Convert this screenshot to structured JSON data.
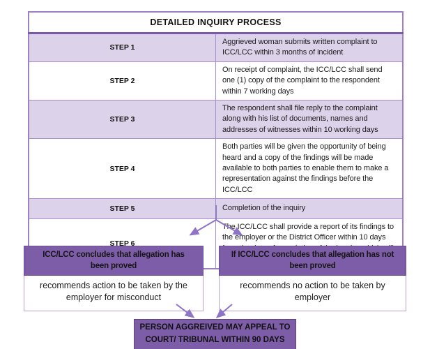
{
  "colors": {
    "purple_fill": "#7d5ca8",
    "lavender_row": "#dcd2e9",
    "table_border": "#9c80c4",
    "title_divider": "#7b5aa6",
    "arrow": "#8f73c6",
    "text": "#1c1c1c"
  },
  "process_table": {
    "title": "DETAILED INQUIRY PROCESS",
    "steps": [
      {
        "label": "STEP 1",
        "text": "Aggrieved woman submits written complaint to ICC/LCC within 3 months of incident"
      },
      {
        "label": "STEP 2",
        "text": "On receipt of complaint, the ICC/LCC shall send one (1) copy of the complaint to the respondent within 7 working days"
      },
      {
        "label": "STEP 3",
        "text": "The respondent shall file reply to the complaint along with his list of documents, names and addresses of witnesses within 10 working days"
      },
      {
        "label": "STEP 4",
        "text": "Both parties will be given the opportunity of being heard and a copy of the findings will be made available to both parties to enable them to make a representation against the findings before the ICC/LCC"
      },
      {
        "label": "STEP 5",
        "text": "Completion of the inquiry"
      },
      {
        "label": "STEP 6",
        "text": "The ICC/LCC shall provide a report of its findings to the employer or the District Officer within 10 days from the date of completion of the inquiry, which will be made available to the parties."
      }
    ]
  },
  "outcomes": {
    "proved": {
      "header": "ICC/LCC concludes that allegation has\nbeen proved",
      "body": "recommends action to be taken by the\nemployer for misconduct"
    },
    "not_proved": {
      "header": "If ICC/LCC concludes that allegation has not\nbeen proved",
      "body": "recommends no action to be taken by\nemployer"
    }
  },
  "appeal": {
    "text": "PERSON AGGREIVED MAY APPEAL TO\nCOURT/ TRIBUNAL WITHIN 90 DAYS"
  }
}
